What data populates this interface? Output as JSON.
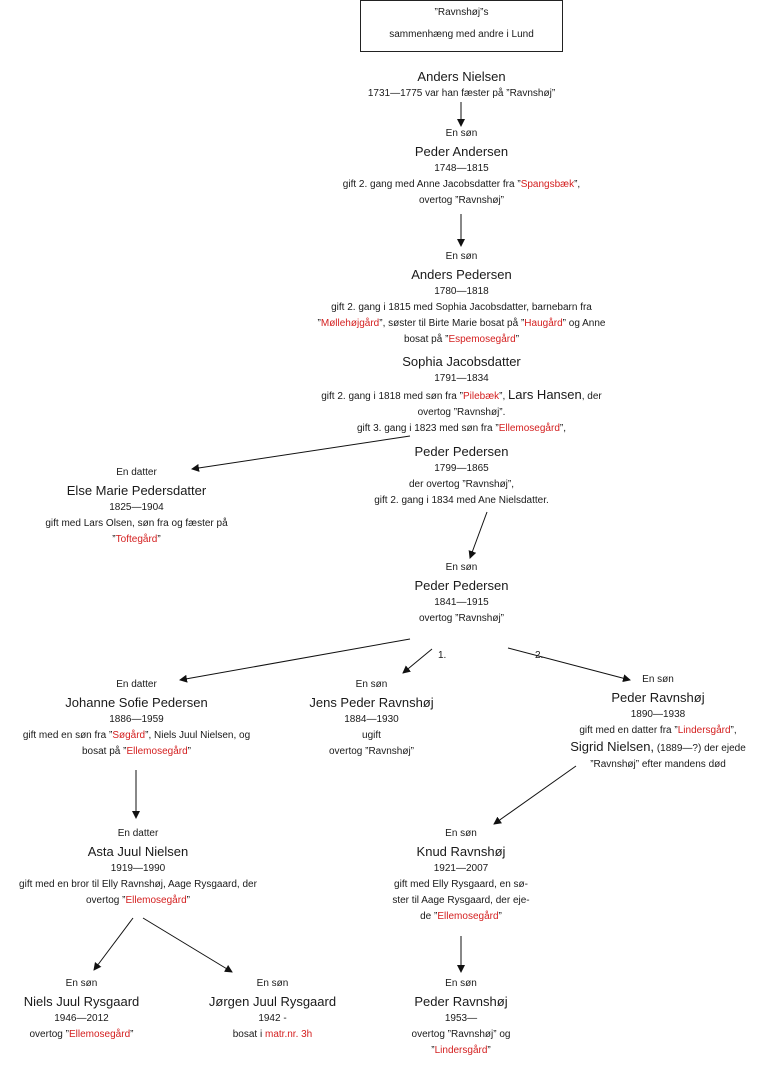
{
  "title": {
    "line1": "”Ravnshøj”s",
    "line2": "sammenhæng med andre i Lund"
  },
  "q": "”",
  "anders_nielsen": {
    "name": "Anders Nielsen",
    "text": "1731—1775 var han fæster på ”Ravnshøj”"
  },
  "peder_andersen": {
    "relation": "En søn",
    "name": "Peder Andersen",
    "years": "1748—1815",
    "line1a": "gift 2. gang med Anne Jacobsdatter fra ",
    "place1": "Spangsbæk",
    "line1b": ",",
    "line2": "overtog ”Ravnshøj”"
  },
  "anders_pedersen": {
    "relation": "En søn",
    "name": "Anders Pedersen",
    "years": "1780—1818",
    "line1": "gift 2. gang i 1815 med Sophia Jacobsdatter, barnebarn fra",
    "place1": "Møllehøjgård",
    "line2b": ", søster til Birte Marie bosat på ",
    "place2": "Haugård",
    "line2c": " og Anne",
    "line3a": "bosat på ",
    "place3": "Espemosegård"
  },
  "sophia": {
    "name": "Sophia Jacobsdatter",
    "years": "1791—1834",
    "line1a": "gift 2. gang i 1818 med søn fra ",
    "place1": "Pilebæk",
    "line1b": ", ",
    "husband": "Lars Hansen",
    "line1c": ", der",
    "line2": "overtog ”Ravnshøj”.",
    "line3a": "gift 3. gang i 1823 med søn fra ",
    "place3": "Ellemosegård",
    "line3b": ","
  },
  "peder_pedersen_1799": {
    "name": "Peder Pedersen",
    "years": "1799—1865",
    "line1": "der overtog ”Ravnshøj”,",
    "line2": "gift 2. gang i 1834 med Ane Nielsdatter."
  },
  "else_marie": {
    "relation": "En datter",
    "name": "Else Marie Pedersdatter",
    "years": "1825—1904",
    "line1": "gift med Lars Olsen, søn fra og fæster på",
    "place1": "Toftegård"
  },
  "peder_pedersen_1841": {
    "relation": "En søn",
    "name": "Peder Pedersen",
    "years": "1841—1915",
    "line1": "overtog ”Ravnshøj”"
  },
  "marriage_labels": {
    "first": "1.",
    "second": "2."
  },
  "johanne": {
    "relation": "En datter",
    "name": "Johanne Sofie Pedersen",
    "years": "1886—1959",
    "line1a": "gift med en søn fra ",
    "place1": "Søgård",
    "line1b": ", Niels Juul Nielsen, og",
    "line2a": "bosat på ",
    "place2": "Ellemosegård"
  },
  "jens_peder": {
    "relation": "En søn",
    "name": "Jens Peder Ravnshøj",
    "years": "1884—1930",
    "line1": "ugift",
    "line2": "overtog ”Ravnshøj”"
  },
  "peder_ravnshoj_1890": {
    "relation": "En søn",
    "name": "Peder Ravnshøj",
    "years": "1890—1938",
    "line1a": "gift med en datter fra ",
    "place1": "Lindersgård",
    "line1b": ",",
    "wife": "Sigrid Nielsen,",
    "wife_years": " (1889—?) der ejede",
    "line3": "”Ravnshøj” efter mandens død"
  },
  "asta": {
    "relation": "En datter",
    "name": "Asta Juul Nielsen",
    "years": "1919—1990",
    "line1": "gift med en bror til Elly Ravnshøj, Aage Rysgaard, der",
    "line2a": "overtog ",
    "place2": "Ellemosegård"
  },
  "knud": {
    "relation": "En søn",
    "name": "Knud Ravnshøj",
    "years": "1921—2007",
    "line1": "gift med Elly Rysgaard, en sø-",
    "line2": "ster til Aage Rysgaard, der eje-",
    "line3a": "de ",
    "place3": "Ellemosegård"
  },
  "niels_juul": {
    "relation": "En søn",
    "name": "Niels Juul Rysgaard",
    "years": "1946—2012",
    "line1a": "overtog ",
    "place1": "Ellemosegård"
  },
  "jorgen_juul": {
    "relation": "En søn",
    "name": "Jørgen Juul Rysgaard",
    "years": "1942 -",
    "line1a": "bosat i ",
    "place1": "matr.nr. 3h"
  },
  "peder_ravnshoj_1953": {
    "relation": "En søn",
    "name": "Peder Ravnshøj",
    "years": "1953—",
    "line1": "overtog ”Ravnshøj” og",
    "place2": "Lindersgård"
  },
  "colors": {
    "place": "#d42020",
    "text": "#1a1a1a"
  }
}
